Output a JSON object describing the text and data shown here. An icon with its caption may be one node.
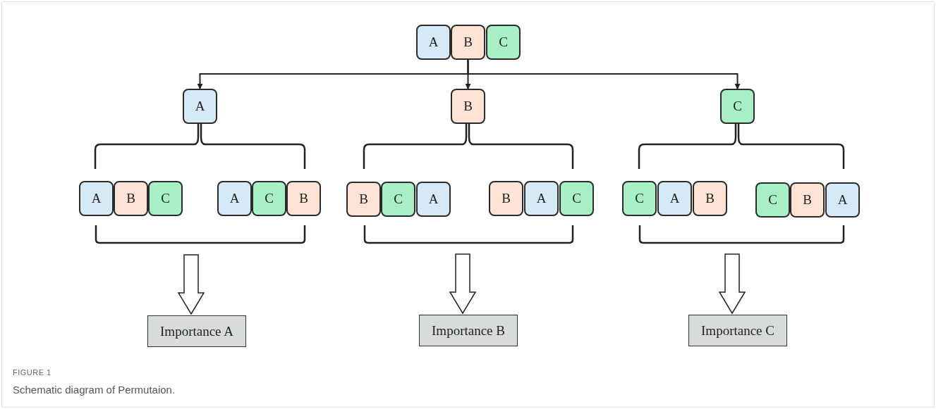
{
  "diagram": {
    "title": "FIGURE 1",
    "caption": "Schematic diagram of Permutaion.",
    "nodes": [
      {
        "text": [
          "A"
        ]
      },
      {
        "text": [
          "B"
        ]
      },
      {
        "text": [
          "C"
        ]
      },
      {
        "text": [
          "A"
        ]
      },
      {
        "text": [
          "B"
        ]
      },
      {
        "text": [
          "C"
        ]
      },
      {
        "text": [
          "A"
        ]
      },
      {
        "text": [
          "B"
        ]
      },
      {
        "text": [
          "C"
        ]
      },
      {
        "text": [
          "A"
        ]
      },
      {
        "text": [
          "C"
        ]
      },
      {
        "text": [
          "B"
        ]
      },
      {
        "text": [
          "B"
        ]
      },
      {
        "text": [
          "C"
        ]
      },
      {
        "text": [
          "A"
        ]
      },
      {
        "text": [
          "B"
        ]
      },
      {
        "text": [
          "A"
        ]
      },
      {
        "text": [
          "C"
        ]
      },
      {
        "text": [
          "C"
        ]
      },
      {
        "text": [
          "A"
        ]
      },
      {
        "text": [
          "B"
        ]
      },
      {
        "text": [
          "C"
        ]
      },
      {
        "text": [
          "B"
        ]
      },
      {
        "text": [
          "A"
        ]
      },
      {
        "text": [
          "Importance A"
        ]
      },
      {
        "text": [
          "Importance B"
        ]
      },
      {
        "text": [
          "Importance C"
        ]
      }
    ],
    "edges": [
      {
        "from": 1,
        "to": 3,
        "arrow": "to"
      },
      {
        "from": 1,
        "to": 4,
        "arrow": "to"
      },
      {
        "from": 1,
        "to": 5,
        "arrow": "to"
      },
      {
        "from": null,
        "to": 24,
        "arrow": "to",
        "style": "thick"
      },
      {
        "from": null,
        "to": 25,
        "arrow": "to",
        "style": "thick"
      },
      {
        "from": null,
        "to": 26,
        "arrow": "to",
        "style": "thick"
      }
    ]
  }
}
